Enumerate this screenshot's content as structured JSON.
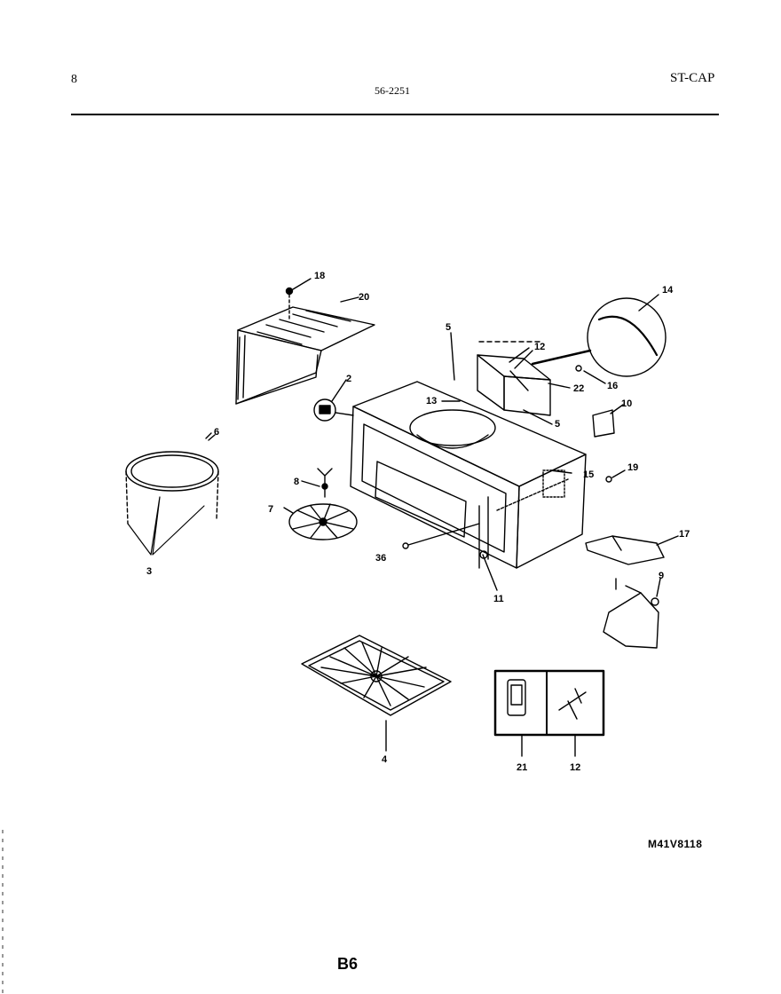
{
  "header": {
    "page_number": "8",
    "document_number": "56-2251",
    "model_code": "ST-CAP"
  },
  "diagram": {
    "parts": [
      {
        "id": "p18",
        "label": "18",
        "name": "screw"
      },
      {
        "id": "p20",
        "label": "20",
        "name": "top-cover"
      },
      {
        "id": "p2",
        "label": "2",
        "name": "clip"
      },
      {
        "id": "p5a",
        "label": "5",
        "name": "screw"
      },
      {
        "id": "p12a",
        "label": "12",
        "name": "damper"
      },
      {
        "id": "p14",
        "label": "14",
        "name": "wire-detail"
      },
      {
        "id": "p16",
        "label": "16",
        "name": "screw"
      },
      {
        "id": "p22",
        "label": "22",
        "name": "damper-bracket"
      },
      {
        "id": "p13",
        "label": "13",
        "name": "cavity"
      },
      {
        "id": "p5b",
        "label": "5",
        "name": "screw"
      },
      {
        "id": "p10",
        "label": "10",
        "name": "bracket"
      },
      {
        "id": "p6",
        "label": "6",
        "name": "ring"
      },
      {
        "id": "p8",
        "label": "8",
        "name": "fan-clip"
      },
      {
        "id": "p15",
        "label": "15",
        "name": "duct"
      },
      {
        "id": "p19",
        "label": "19",
        "name": "screw"
      },
      {
        "id": "p7",
        "label": "7",
        "name": "fan-blade"
      },
      {
        "id": "p3",
        "label": "3",
        "name": "filter"
      },
      {
        "id": "p36",
        "label": "36",
        "name": "screw"
      },
      {
        "id": "p17",
        "label": "17",
        "name": "baffle"
      },
      {
        "id": "p11",
        "label": "11",
        "name": "chassis"
      },
      {
        "id": "p9",
        "label": "9",
        "name": "bracket"
      },
      {
        "id": "p4",
        "label": "4",
        "name": "grease-filter"
      },
      {
        "id": "p21",
        "label": "21",
        "name": "switch"
      },
      {
        "id": "p12b",
        "label": "12",
        "name": "damper"
      }
    ]
  },
  "footer": {
    "figure_id": "M41V8118",
    "page_reference": "B6"
  }
}
